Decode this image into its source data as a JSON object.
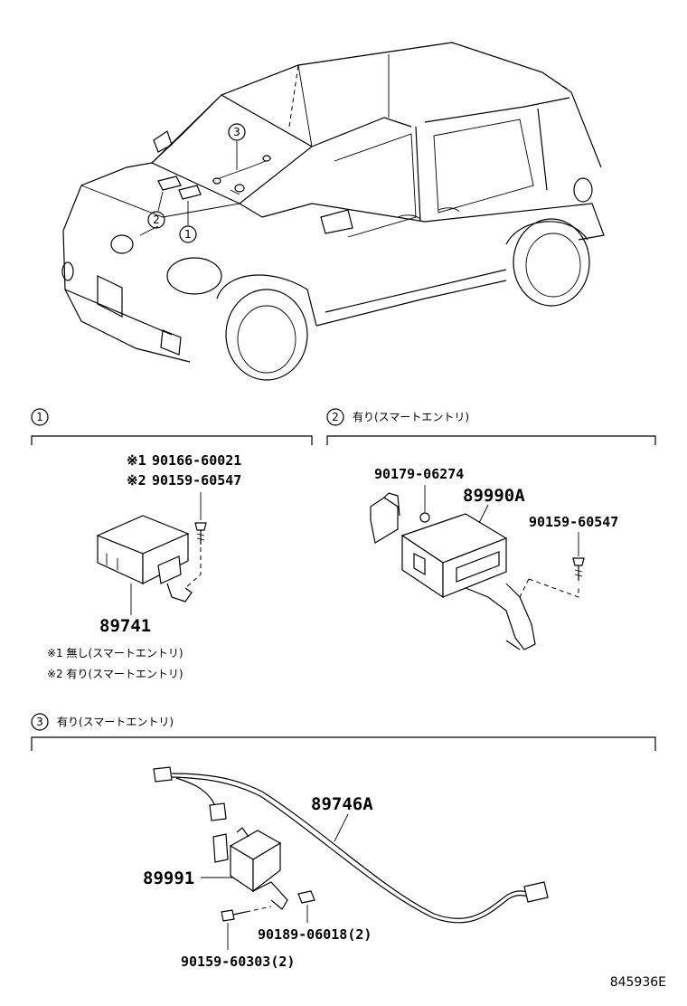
{
  "diagram": {
    "callout_numbers": [
      "1",
      "2",
      "3"
    ],
    "sections": [
      {
        "number": "1",
        "header_note": "",
        "parts": [
          {
            "prefix": "※1",
            "code": "90166-60021"
          },
          {
            "prefix": "※2",
            "code": "90159-60547"
          },
          {
            "prefix": "",
            "code": "89741"
          }
        ],
        "notes": [
          "※1 無し(スマートエントリ)",
          "※2 有り(スマートエントリ)"
        ]
      },
      {
        "number": "2",
        "header_note": "有り(スマートエントリ)",
        "parts": [
          {
            "code": "90179-06274"
          },
          {
            "code": "89990A"
          },
          {
            "code": "90159-60547"
          }
        ]
      },
      {
        "number": "3",
        "header_note": "有り(スマートエントリ)",
        "parts": [
          {
            "code": "89746A"
          },
          {
            "code": "89991"
          },
          {
            "code": "90189-06018(2)"
          },
          {
            "code": "90159-60303(2)"
          }
        ]
      }
    ],
    "illustration_code": "845936E"
  }
}
